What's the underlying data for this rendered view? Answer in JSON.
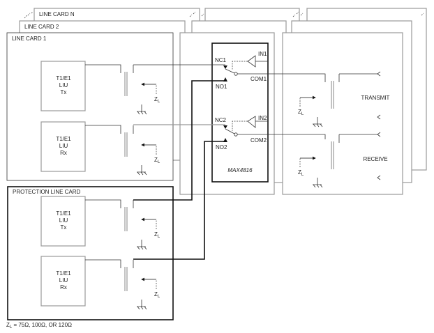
{
  "cards": {
    "line_card_n": "LINE CARD N",
    "line_card_2": "LINE CARD 2",
    "line_card_1": "LINE CARD 1",
    "protection": "PROTECTION LINE CARD"
  },
  "liu": {
    "tx": [
      "T1/E1",
      "LIU",
      "Tx"
    ],
    "rx": [
      "T1/E1",
      "LIU",
      "Rx"
    ]
  },
  "switch": {
    "chip": "MAX4816",
    "nc1": "NC1",
    "no1": "NO1",
    "com1": "COM1",
    "in1": "IN1",
    "nc2": "NC2",
    "no2": "NO2",
    "com2": "COM2",
    "in2": "IN2"
  },
  "line_side": {
    "transmit": "TRANSMIT",
    "receive": "RECEIVE"
  },
  "impedance": {
    "symbol": "Z",
    "subscript": "L",
    "note": " = 75Ω, 100Ω, OR 120Ω"
  }
}
